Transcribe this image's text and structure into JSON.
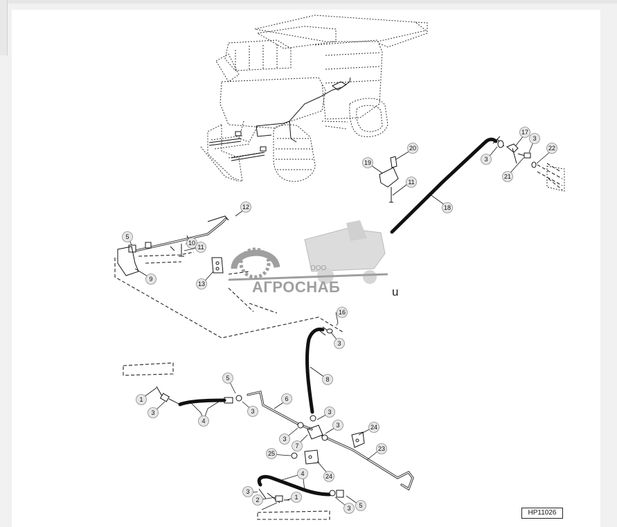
{
  "figure_code": "HP11026",
  "watermark": {
    "company_prefix": "ООО",
    "company_name": "АГРОСНАБ",
    "stray_letter": "u"
  },
  "callouts": {
    "c1a": "1",
    "c1b": "1",
    "c2": "2",
    "c3a": "3",
    "c3b": "3",
    "c3c": "3",
    "c3d": "3",
    "c3e": "3",
    "c3f": "3",
    "c3g": "3",
    "c3h": "3",
    "c3i": "3",
    "c3j": "3",
    "c4a": "4",
    "c4b": "4",
    "c5a": "5",
    "c5b": "5",
    "c5c": "5",
    "c6": "6",
    "c7": "7",
    "c8": "8",
    "c9": "9",
    "c10": "10",
    "c11a": "11",
    "c11b": "11",
    "c12": "12",
    "c13": "13",
    "c16": "16",
    "c17": "17",
    "c18": "18",
    "c19": "19",
    "c20": "20",
    "c21": "21",
    "c22": "22",
    "c23": "23",
    "c24a": "24",
    "c24b": "24",
    "c25": "25"
  },
  "colors": {
    "ink": "#111111",
    "callout_fill": "#e6e6e6",
    "watermark": "#8f8f8f",
    "page_bg": "#f1f1f1"
  }
}
